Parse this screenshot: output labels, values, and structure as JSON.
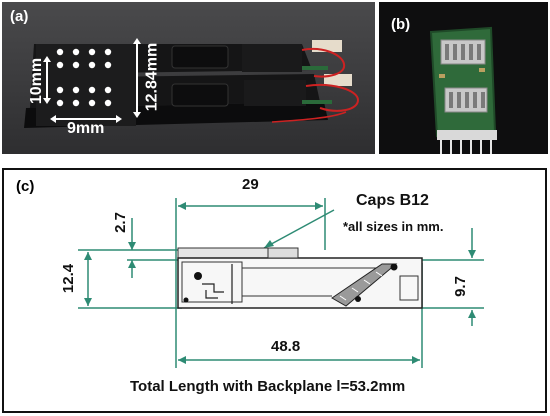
{
  "panels": {
    "a": {
      "label": "(a)",
      "dims": {
        "height_small": "10mm",
        "width": "9mm",
        "height_large": "12.84mm"
      }
    },
    "b": {
      "label": "(b)"
    },
    "c": {
      "label": "(c)",
      "callout": "Caps B12",
      "note": "*all sizes in mm.",
      "dims": {
        "d29": "29",
        "d2_7": "2.7",
        "d12_4": "12.4",
        "d9_7": "9.7",
        "d48_8": "48.8"
      },
      "footer": "Total Length with Backplane l=53.2mm"
    }
  },
  "colors": {
    "dimension_line": "#2e8b74",
    "wire_red": "#cc2222",
    "pcb_green": "#2f6a3a"
  }
}
